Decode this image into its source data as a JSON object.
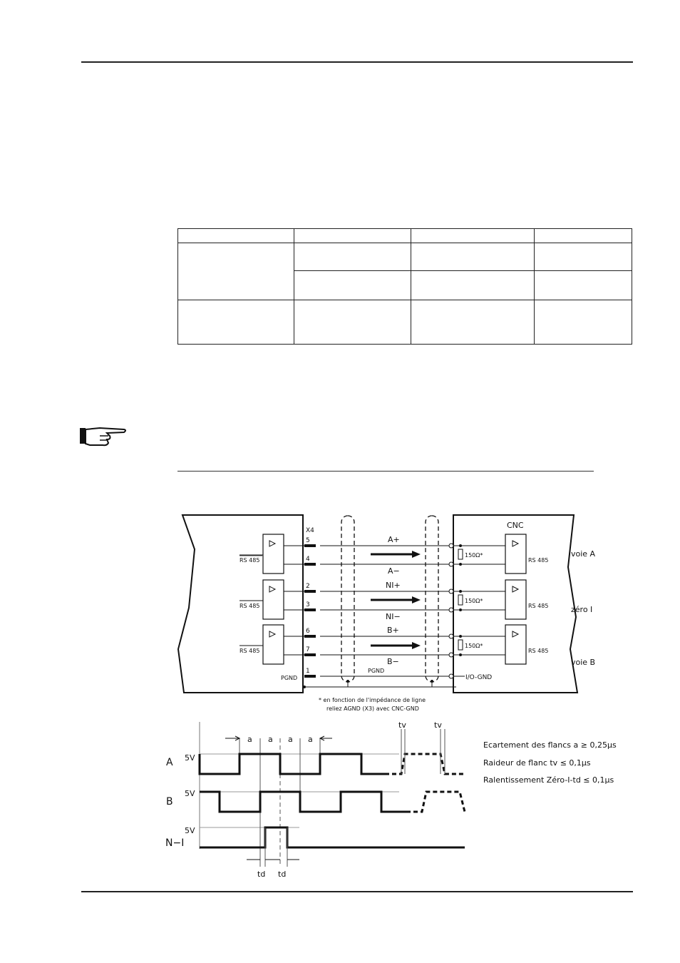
{
  "wiring": {
    "connector": "X4",
    "cnc_label": "CNC",
    "driver_label": "RS 485",
    "pgnd_label": "PGND",
    "resistor_label": "150Ω*",
    "io_gnd_label": "I/O-GND",
    "pins": [
      {
        "top": "5",
        "bottom": "4",
        "sig_top": "A+",
        "sig_bottom": "A−",
        "channel": "voie  A"
      },
      {
        "top": "2",
        "bottom": "3",
        "sig_top": "NI+",
        "sig_bottom": "NI−",
        "channel": "zéro  I"
      },
      {
        "top": "6",
        "bottom": "7",
        "sig_top": "B+",
        "sig_bottom": "B−",
        "channel": "voie  B"
      }
    ],
    "pgnd_pin": "1",
    "footnote_line1": "* en fonction de l'impédance de ligne",
    "footnote_line2": "reliez AGND (X3) avec CNC-GND"
  },
  "timing": {
    "voltage_label": "5V",
    "row_labels": [
      "A",
      "B",
      "N−I"
    ],
    "a_label": "a",
    "tv_label": "tv",
    "td_label": "td",
    "specs": [
      "Ecartement des flancs a ≥ 0,25µs",
      "Raideur de flanc tv ≤ 0,1µs",
      "Ralentissement Zéro-I-td ≤ 0,1µs"
    ]
  }
}
